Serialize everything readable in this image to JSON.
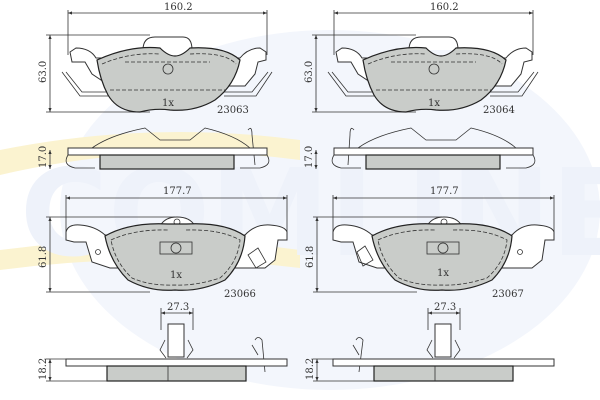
{
  "watermark": "COMLINE",
  "colors": {
    "friction": "#c9ccc9",
    "watermark_blue": "#eef2fa",
    "watermark_yellow": "#fbf3d0"
  },
  "panels": [
    {
      "part_number": "23063",
      "quantity": "1x",
      "width": "160.2",
      "height": "63.0",
      "thickness": "17.0"
    },
    {
      "part_number": "23064",
      "quantity": "1x",
      "width": "160.2",
      "height": "63.0",
      "thickness": "17.0"
    },
    {
      "part_number": "23066",
      "quantity": "1x",
      "width": "177.7",
      "height": "61.8",
      "clip_width": "27.3",
      "thickness": "18.2"
    },
    {
      "part_number": "23067",
      "quantity": "1x",
      "width": "177.7",
      "height": "61.8",
      "clip_width": "27.3",
      "thickness": "18.2"
    }
  ]
}
